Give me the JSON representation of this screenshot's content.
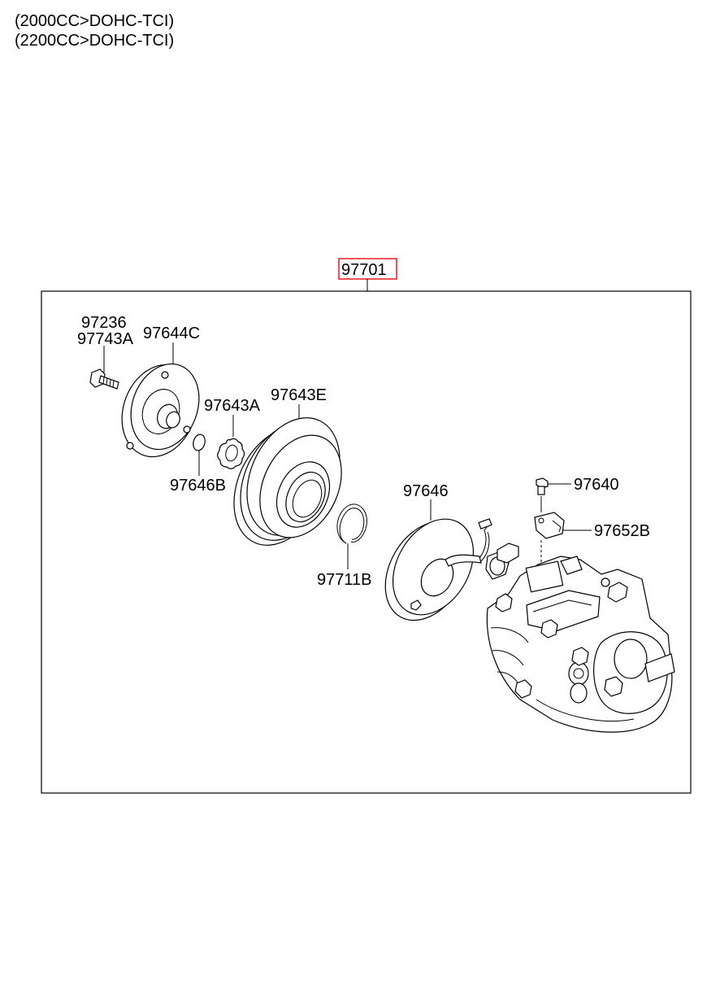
{
  "header": {
    "variants": [
      "(2000CC>DOHC-TCI)",
      "(2200CC>DOHC-TCI)"
    ]
  },
  "assembly": {
    "number": "97701",
    "highlight_color": "#e8272c"
  },
  "parts": {
    "p97236": "97236",
    "p97743A": "97743A",
    "p97644C": "97644C",
    "p97643A": "97643A",
    "p97643E": "97643E",
    "p97646B": "97646B",
    "p97711B": "97711B",
    "p97646": "97646",
    "p97640": "97640",
    "p97652B": "97652B"
  }
}
